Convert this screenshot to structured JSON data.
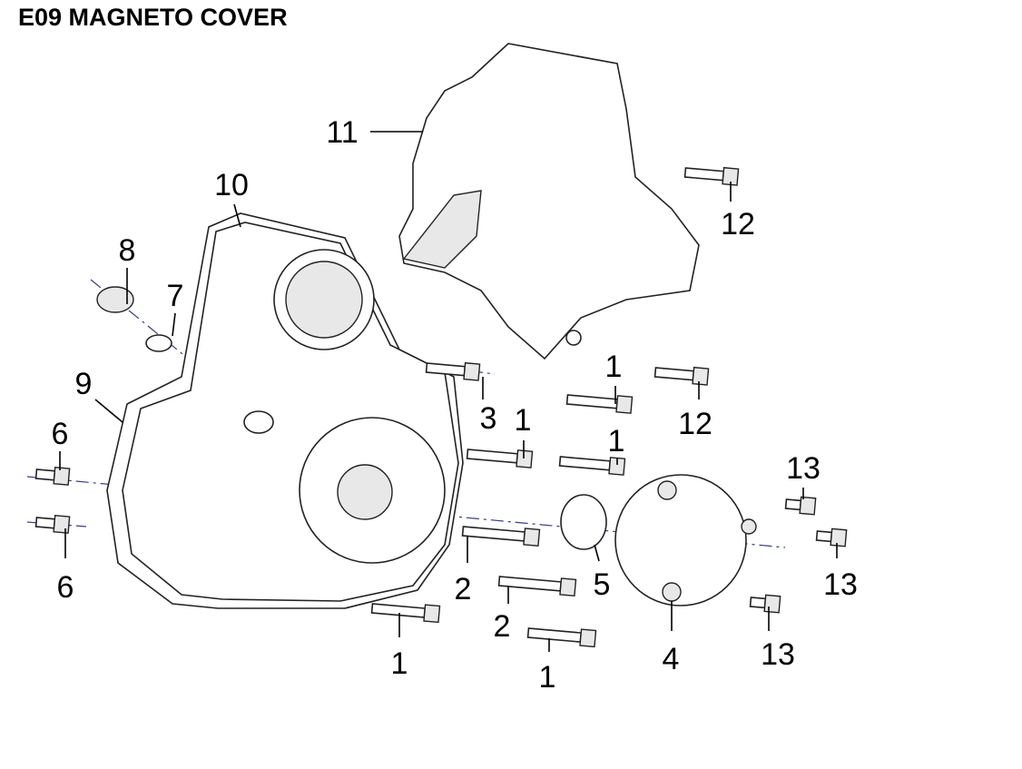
{
  "title": "E09 MAGNETO COVER",
  "callouts": [
    "11",
    "12",
    "10",
    "8",
    "7",
    "9",
    "3",
    "1",
    "12",
    "1",
    "1",
    "6",
    "13",
    "6",
    "2",
    "5",
    "13",
    "2",
    "4",
    "13",
    "1",
    "1"
  ]
}
